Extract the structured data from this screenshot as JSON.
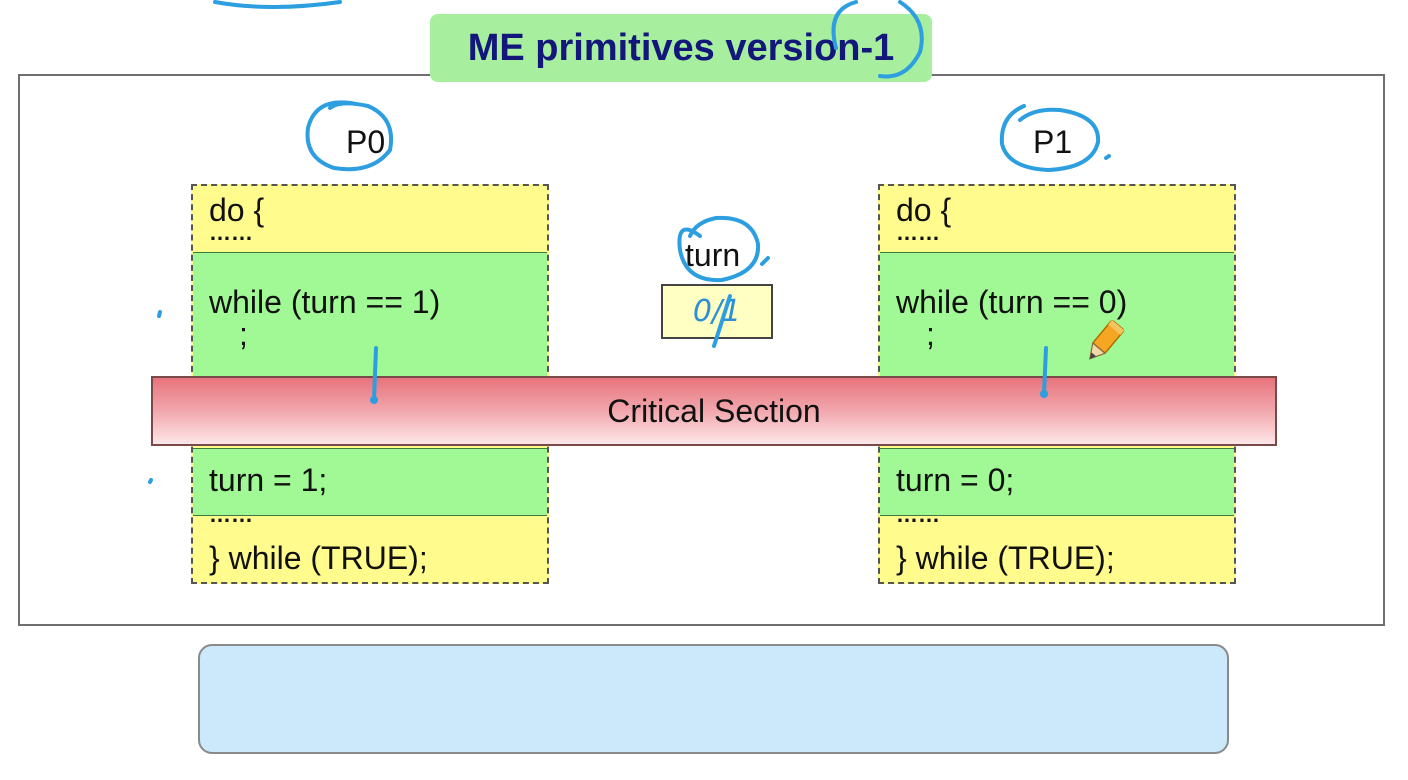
{
  "title": "ME primitives version-1",
  "processes": [
    {
      "label": "P0",
      "lines": {
        "do": "do {",
        "dots_top": "……",
        "while_cond": "while (turn == 1)",
        "semicolon": ";",
        "assign": "turn = 1;",
        "dots_bottom": "……",
        "end": "} while (TRUE);"
      }
    },
    {
      "label": "P1",
      "lines": {
        "do": "do {",
        "dots_top": "……",
        "while_cond": "while (turn == 0)",
        "semicolon": ";",
        "assign": "turn = 0;",
        "dots_bottom": "……",
        "end": "} while (TRUE);"
      }
    }
  ],
  "shared_variable": {
    "label": "turn",
    "value": "0/1"
  },
  "critical_section": "Critical Section",
  "colors": {
    "title_bg": "#a7ee9f",
    "title_text": "#13177a",
    "code_yellow": "#fffb8c",
    "code_green": "#a0f994",
    "critical_top": "#e8737c",
    "bottom_box": "#cbe9fb",
    "ink": "#2d9fe0"
  },
  "icons": [
    "pencil-icon"
  ]
}
